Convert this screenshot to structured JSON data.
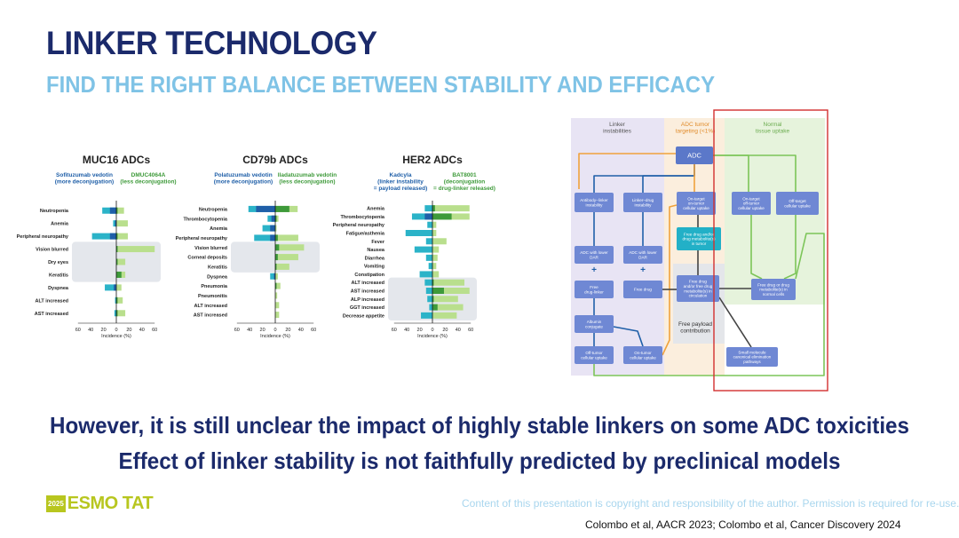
{
  "slide": {
    "title": "LINKER TECHNOLOGY",
    "subtitle": "FIND THE RIGHT BALANCE BETWEEN STABILITY AND EFFICACY",
    "message_line1": "However, it is still unclear the impact of highly stable linkers on some ADC toxicities",
    "message_line2": "Effect of linker stability is not faithfully predicted by preclinical models",
    "copyright": "Content of this presentation is copyright and responsibility of the author. Permission is required for re-use.",
    "references": "Colombo et al, AACR 2023; Colombo et al, Cancer Discovery 2024",
    "logo_year": "2025",
    "logo_text": "ESMO TAT"
  },
  "colors": {
    "title": "#1b2a6b",
    "subtitle": "#7fc3e6",
    "left_dark": "#1f5fa8",
    "left_light": "#2bb3c8",
    "right_dark": "#3e9a3a",
    "right_light": "#b9df8d",
    "highlight_box": "#e4e7ec",
    "red_box": "#d32f2f",
    "logo": "#b8c61f"
  },
  "chart_data": [
    {
      "type": "bar",
      "title": "MUC16 ADCs",
      "left_label": "Sofituzumab vedotin\n(more deconjugation)",
      "right_label": "DMUC4064A\n(less deconjugation)",
      "xlabel": "Incidence (%)",
      "xticks": [
        60,
        40,
        20,
        0,
        20,
        40,
        60
      ],
      "xlim": [
        -60,
        60
      ],
      "highlight_rows": [
        "Vision blurred",
        "Dry eyes",
        "Keratitis"
      ],
      "categories": [
        "Neutropenia",
        "Anemia",
        "Peripheral neuropathy",
        "Vision blurred",
        "Dry eyes",
        "Keratitis",
        "Dyspnea",
        "ALT increased",
        "AST increased"
      ],
      "series": [
        {
          "name": "left_all",
          "values": [
            22,
            5,
            38,
            0,
            0,
            0,
            18,
            2,
            3
          ]
        },
        {
          "name": "left_severe",
          "values": [
            10,
            2,
            10,
            0,
            0,
            0,
            4,
            0,
            0
          ]
        },
        {
          "name": "right_all",
          "values": [
            12,
            18,
            18,
            60,
            14,
            14,
            8,
            10,
            14
          ]
        },
        {
          "name": "right_severe",
          "values": [
            2,
            0,
            2,
            2,
            2,
            8,
            0,
            2,
            2
          ]
        }
      ]
    },
    {
      "type": "bar",
      "title": "CD79b ADCs",
      "left_label": "Polatuzumab vedotin\n(more deconjugation)",
      "right_label": "Iladatuzumab vedotin\n(less deconjugation)",
      "xlabel": "Incidence (%)",
      "xticks": [
        60,
        40,
        20,
        0,
        20,
        40,
        60
      ],
      "xlim": [
        -60,
        60
      ],
      "highlight_rows": [
        "Vision blurred",
        "Corneal deposits",
        "Keratitis"
      ],
      "categories": [
        "Neutropenia",
        "Thrombocytopenia",
        "Anemia",
        "Peripheral neuropathy",
        "Vision blurred",
        "Corneal deposits",
        "Keratitis",
        "Dyspnea",
        "Pneumonia",
        "Pneumonitis",
        "ALT increased",
        "AST increased"
      ],
      "series": [
        {
          "name": "left_all",
          "values": [
            42,
            12,
            20,
            33,
            0,
            0,
            0,
            8,
            0,
            0,
            0,
            0
          ]
        },
        {
          "name": "left_severe",
          "values": [
            30,
            6,
            8,
            8,
            0,
            0,
            0,
            2,
            0,
            0,
            0,
            0
          ]
        },
        {
          "name": "right_all",
          "values": [
            35,
            5,
            2,
            36,
            45,
            36,
            22,
            4,
            8,
            3,
            6,
            6
          ]
        },
        {
          "name": "right_severe",
          "values": [
            22,
            2,
            0,
            4,
            6,
            4,
            2,
            0,
            2,
            0,
            0,
            0
          ]
        }
      ]
    },
    {
      "type": "bar",
      "title": "HER2 ADCs",
      "left_label": "Kadcyla\n(linker instability\n= payload released)",
      "right_label": "BAT8001\n(deconjugation\n= drug-linker released)",
      "xlabel": "Incidence (%)",
      "xticks": [
        60,
        40,
        20,
        0,
        20,
        40,
        60
      ],
      "xlim": [
        -60,
        60
      ],
      "highlight_rows": [
        "ALT increased",
        "AST increased",
        "ALP increased",
        "GGT increased",
        "Decrease appetite"
      ],
      "categories": [
        "Anemia",
        "Thrombocytopenia",
        "Peripheral neuropathy",
        "Fatigue/asthenia",
        "Fever",
        "Nausea",
        "Diarrhea",
        "Vomiting",
        "Constipation",
        "ALT increased",
        "AST increased",
        "ALP increased",
        "GGT increased",
        "Decrease appetite"
      ],
      "series": [
        {
          "name": "left_all",
          "values": [
            12,
            32,
            8,
            42,
            10,
            28,
            10,
            6,
            20,
            12,
            10,
            8,
            5,
            18
          ]
        },
        {
          "name": "left_severe",
          "values": [
            0,
            12,
            0,
            0,
            0,
            0,
            0,
            0,
            0,
            0,
            0,
            0,
            0,
            0
          ]
        },
        {
          "name": "right_all",
          "values": [
            58,
            58,
            6,
            6,
            22,
            10,
            8,
            6,
            10,
            50,
            58,
            40,
            48,
            38
          ]
        },
        {
          "name": "right_severe",
          "values": [
            4,
            30,
            0,
            0,
            0,
            0,
            0,
            0,
            0,
            2,
            18,
            2,
            8,
            0
          ]
        }
      ]
    }
  ],
  "diagram": {
    "headers": {
      "linker": "Linker\ninstabilities",
      "tumor": "ADC tumor\ntargeting (<1%)",
      "normal": "Normal\ntissue uptake"
    },
    "nodes": {
      "adc": "ADC",
      "ab_linker": "Antibody–linker\ninstability",
      "linker_drug": "Linker–drug\ninstability",
      "on_target_tumor": "On-target\non-tumor\ncellular uptake",
      "on_target_off_tumor": "On-target\noff-tumor\ncellular uptake",
      "off_target": "Off-target\ncellular uptake",
      "free_drug_tumor": "Free drug and/or\ndrug metabolite(s)\nin tumor",
      "adc_lower_dar_1": "ADC with lower\nDAR",
      "adc_lower_dar_2": "ADC with lower\nDAR",
      "free_drug_linker": "Free\ndrug-linker",
      "free_drug": "Free drug",
      "free_drug_circ": "Free drug\nand/or free drug\nmetabolite(s) in\ncirculation",
      "normal_cells": "Free drug or drug\nmetabolite(s) in\nnormal cells",
      "free_payload_contribution": "Free payload\ncontribution",
      "albumin": "Albumin\nconjugate",
      "off_tumor_uptake": "Off-tumor\ncellular uptake",
      "on_tumor_uptake": "On-tumor\ncellular uptake",
      "elimination": "Small molecule\ncanonical elimination\npathways",
      "plus": "+"
    }
  }
}
